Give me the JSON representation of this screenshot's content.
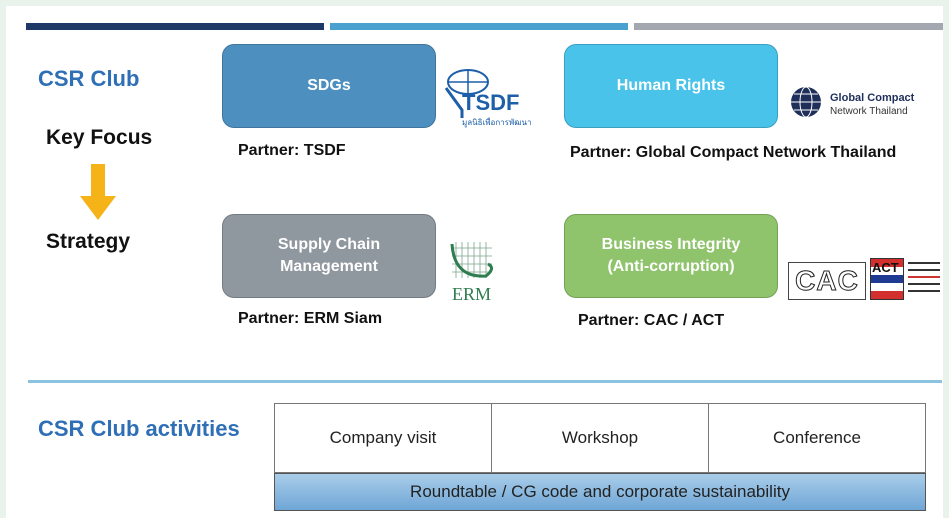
{
  "colors": {
    "bar_navy": "#1e3868",
    "bar_blue": "#4aa1cf",
    "bar_gray": "#a3a8b0",
    "sdgs": "#4d8fbf",
    "human_rights": "#49c3ea",
    "supply_chain": "#8f979f",
    "business_integrity": "#8fc46c",
    "arrow": "#f6b317",
    "divider": "#8bc3e0"
  },
  "header": {
    "csr_club": "CSR Club",
    "key_focus": "Key Focus",
    "strategy": "Strategy"
  },
  "focus_areas": [
    {
      "label": "SDGs",
      "partner": "Partner:  TSDF",
      "logo_text": "TSDF",
      "logo_subtext": "มูลนิธิเพื่อการพัฒนา"
    },
    {
      "label": "Human Rights",
      "partner": "Partner:  Global Compact Network Thailand",
      "logo_text": "Global Compact",
      "logo_subtext": "Network Thailand"
    },
    {
      "label_line1": "Supply Chain",
      "label_line2": "Management",
      "partner": "Partner: ERM Siam",
      "logo_text": "ERM"
    },
    {
      "label_line1": "Business Integrity",
      "label_line2": "(Anti-corruption)",
      "partner": "Partner:  CAC / ACT",
      "logo_text": "CAC",
      "logo_text2": "ACT"
    }
  ],
  "activities": {
    "title": "CSR Club activities",
    "items": [
      "Company visit",
      "Workshop",
      "Conference"
    ],
    "bottom": "Roundtable / CG code and corporate sustainability"
  }
}
